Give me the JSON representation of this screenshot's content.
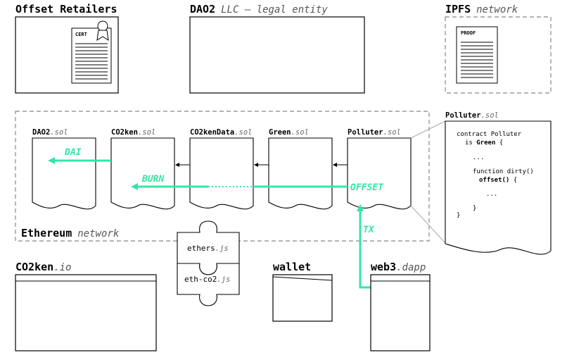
{
  "boxes": {
    "offset_retailers": {
      "title": "Offset Retailers"
    },
    "dao2": {
      "title": "DAO2",
      "subtitle": "LLC — legal entity"
    },
    "ipfs": {
      "title": "IPFS",
      "subtitle": "network"
    },
    "ethereum": {
      "title": "Ethereum",
      "subtitle": "network"
    },
    "co2ken_io": {
      "title": "CO2ken",
      "subtitle": ".io"
    },
    "wallet": {
      "title": "wallet"
    },
    "web3_dapp": {
      "title": "web3",
      "subtitle": ".dapp"
    }
  },
  "documents": {
    "cert": "CERT",
    "proof": "PROOF"
  },
  "contracts": [
    {
      "name": "DAO2",
      "ext": ".sol"
    },
    {
      "name": "CO2ken",
      "ext": ".sol"
    },
    {
      "name": "CO2kenData",
      "ext": ".sol"
    },
    {
      "name": "Green",
      "ext": ".sol"
    },
    {
      "name": "Polluter",
      "ext": ".sol"
    }
  ],
  "flows": {
    "dai": "DAI",
    "burn": "BURN",
    "offset": "OFFSET",
    "tx": "TX"
  },
  "libraries": [
    {
      "name": "ethers",
      "ext": ".js"
    },
    {
      "name": "eth-co2",
      "ext": ".js"
    }
  ],
  "code_panel": {
    "title": "Polluter",
    "ext": ".sol",
    "lines": {
      "l1": "contract Polluter",
      "l2a": "is ",
      "l2b": "Green",
      "l2c": " {",
      "l3": "...",
      "l4": "function dirty()",
      "l5a": "offset()",
      "l5b": " {",
      "l6": "...",
      "l7": "}",
      "l8": "}"
    }
  },
  "colors": {
    "accent": "#33e6a6",
    "dashed": "#888888"
  }
}
